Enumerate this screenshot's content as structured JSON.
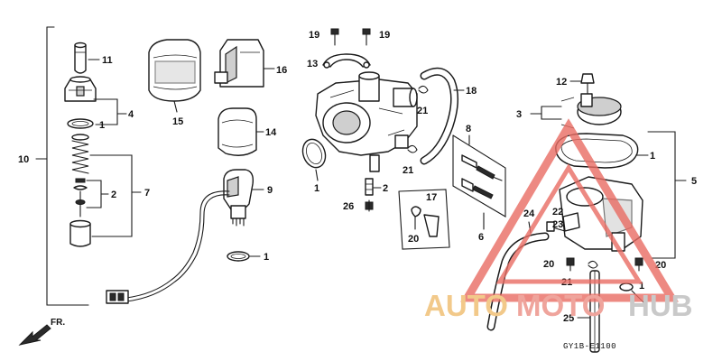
{
  "diagram_code": "GY1B-E1100",
  "front_label": "FR.",
  "watermark": {
    "auto": "AUTO",
    "moto": "MOTO",
    "hub": "HUB",
    "color": "#e86b63"
  },
  "callouts": {
    "c10": "10",
    "c11": "11",
    "c4": "4",
    "c1a": "1",
    "c7": "7",
    "c2a": "2",
    "c15": "15",
    "c16": "16",
    "c14": "14",
    "c9": "9",
    "c1b": "1",
    "c19a": "19",
    "c19b": "19",
    "c13": "13",
    "c18": "18",
    "c21a": "21",
    "c21b": "21",
    "c1c": "1",
    "c2b": "2",
    "c26": "26",
    "c8": "8",
    "c17": "17",
    "c20a": "20",
    "c6": "6",
    "c12": "12",
    "c3": "3",
    "c1d": "1",
    "c5": "5",
    "c24": "24",
    "c22": "22",
    "c23": "23",
    "c20b": "20",
    "c20c": "20",
    "c21c": "21",
    "c1e": "1",
    "c25": "25"
  }
}
